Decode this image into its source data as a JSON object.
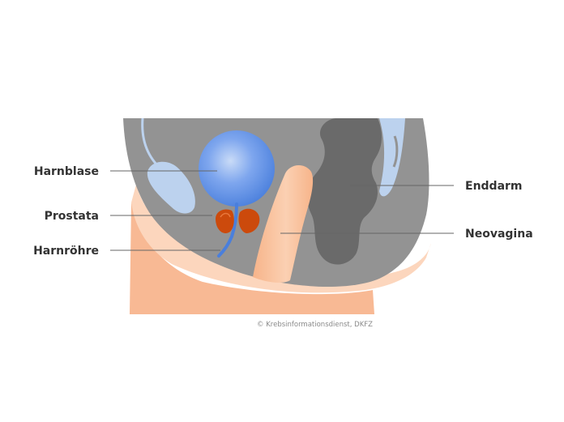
{
  "labels": {
    "bladder": "Harnblase",
    "prostate": "Prostata",
    "urethra": "Harnröhre",
    "rectum": "Enddarm",
    "neovagina": "Neovagina"
  },
  "credit": "© Krebsinformationsdienst, DKFZ",
  "colors": {
    "pelvis_gray": "#939393",
    "dark_gray": "#6a6a6a",
    "bladder_blue": "#5b8ee6",
    "bone_blue": "#bcd2ee",
    "skin": "#f9be98",
    "skin_light": "#fcd8bf",
    "prostate": "#cc4a0c",
    "neovagina": "#f8c29c"
  }
}
